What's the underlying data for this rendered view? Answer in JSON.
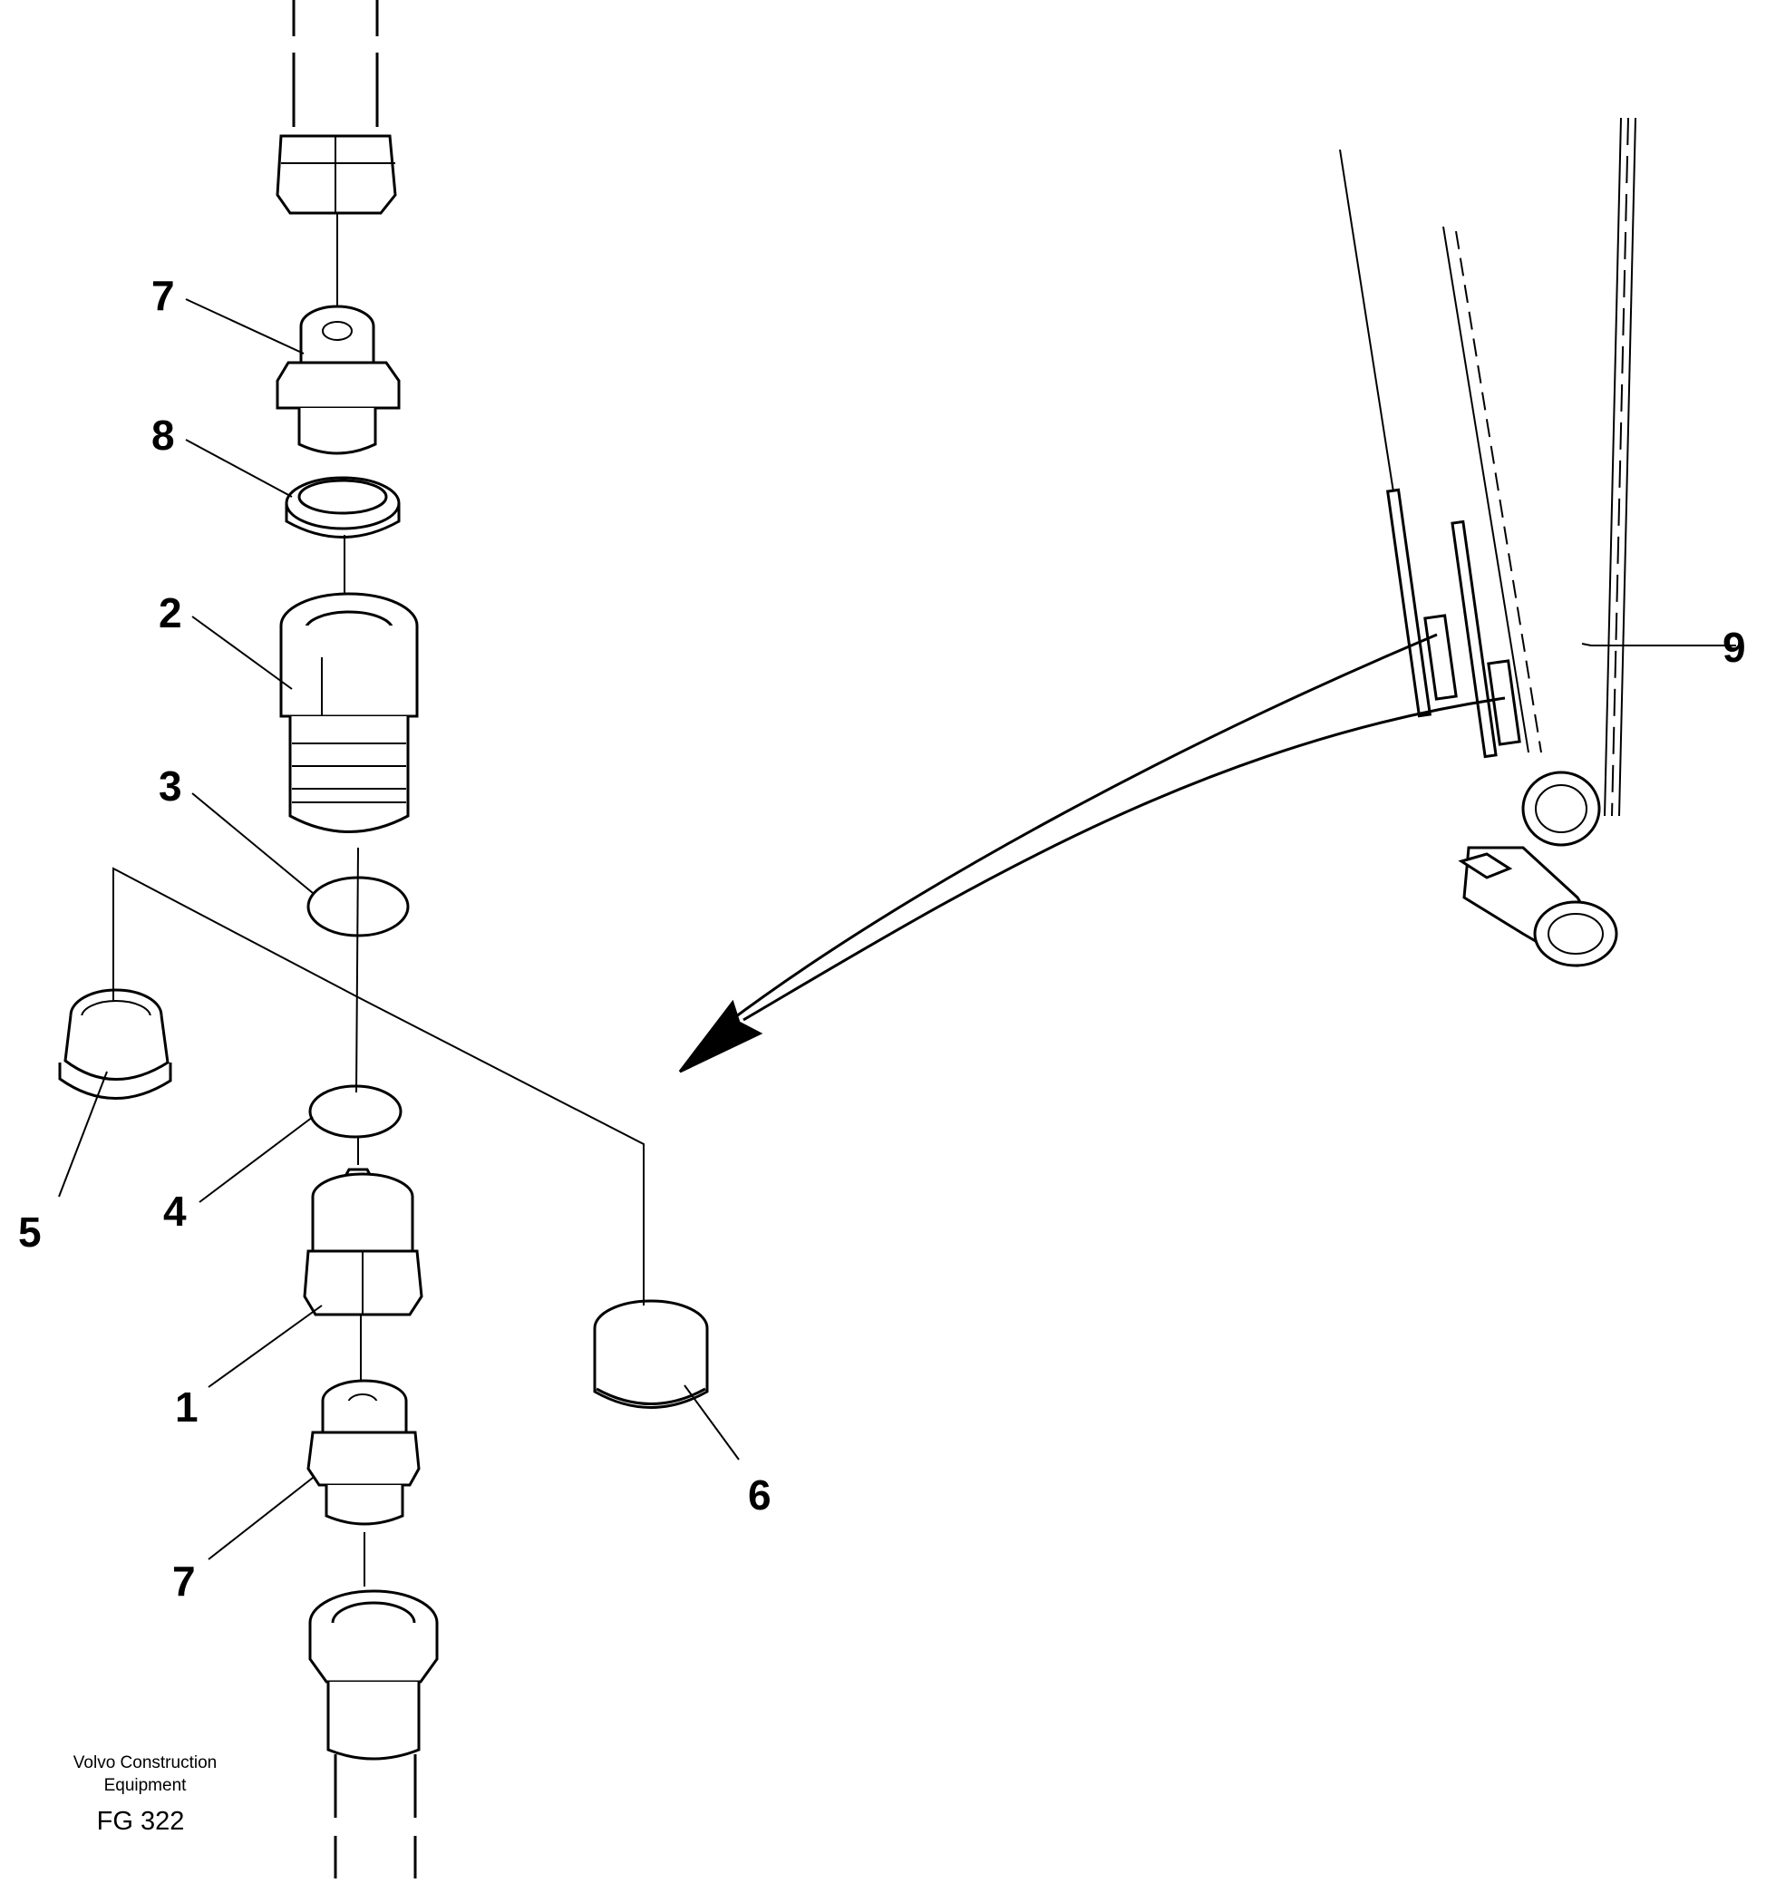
{
  "callouts": {
    "c7_top": "7",
    "c8": "8",
    "c2": "2",
    "c3": "3",
    "c5": "5",
    "c4": "4",
    "c1": "1",
    "c7_bottom": "7",
    "c6": "6",
    "c9": "9"
  },
  "footer": {
    "line1": "Volvo Construction",
    "line2": "Equipment",
    "code": "FG 322"
  }
}
